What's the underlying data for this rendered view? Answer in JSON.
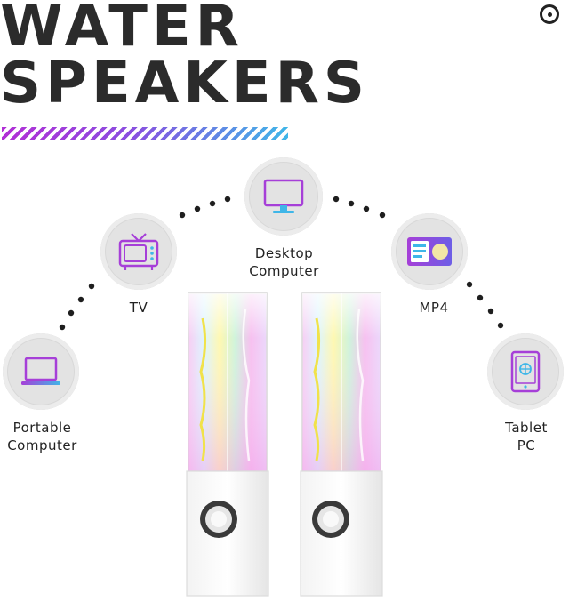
{
  "heading": {
    "line1": "WATER",
    "line2": "SPEAKERS"
  },
  "devices": {
    "portable_computer": {
      "line1": "Portable",
      "line2": "Computer"
    },
    "tv": {
      "label": "TV"
    },
    "desktop_computer": {
      "line1": "Desktop",
      "line2": "Computer"
    },
    "mp4": {
      "label": "MP4"
    },
    "tablet_pc": {
      "line1": "Tablet",
      "line2": "PC"
    }
  },
  "colors": {
    "icon_purple": "#a63fd8",
    "icon_blue": "#3fb6e8",
    "circle": "#e3e3e3",
    "text": "#2b2b2b"
  }
}
